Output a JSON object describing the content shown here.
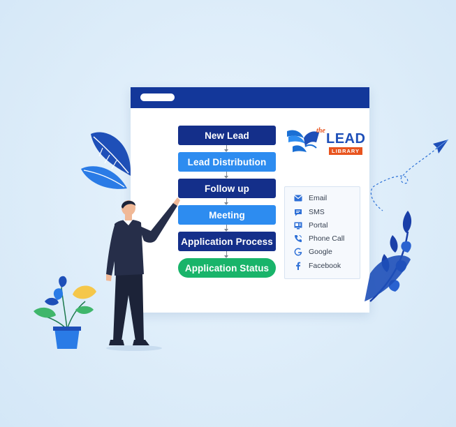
{
  "flow": {
    "steps": [
      {
        "label": "New Lead",
        "style": "dark"
      },
      {
        "label": "Lead Distribution",
        "style": "light"
      },
      {
        "label": "Follow up",
        "style": "dark"
      },
      {
        "label": "Meeting",
        "style": "light"
      },
      {
        "label": "Application Process",
        "style": "dark"
      },
      {
        "label": "Application Status",
        "style": "green"
      }
    ]
  },
  "logo": {
    "the": "the",
    "lead": "LEAD",
    "library": "LIBRARY"
  },
  "channels": {
    "items": [
      {
        "label": "Email",
        "icon": "envelope-icon"
      },
      {
        "label": "SMS",
        "icon": "chat-icon"
      },
      {
        "label": "Portal",
        "icon": "portal-icon"
      },
      {
        "label": "Phone Call",
        "icon": "phone-icon"
      },
      {
        "label": "Google",
        "icon": "google-icon"
      },
      {
        "label": "Facebook",
        "icon": "facebook-icon"
      }
    ]
  },
  "colors": {
    "dark_blue": "#142f8a",
    "light_blue": "#2d8cf0",
    "green": "#19b46a",
    "titlebar": "#13379a",
    "logo_orange": "#e8541e"
  }
}
